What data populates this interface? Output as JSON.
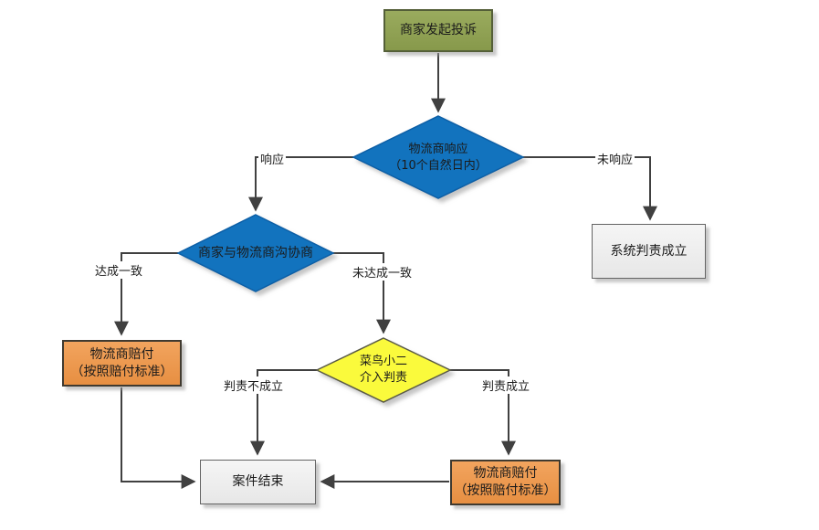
{
  "diagram": {
    "type": "flowchart",
    "description_language": "zh-CN"
  },
  "colors": {
    "start_fill": "#8c9e50",
    "decision_fill": "#1273be",
    "intervene_fill": "#fafa3c",
    "compensate_fill": "#ec9851",
    "terminal_fill": "#efefef",
    "line": "#404040",
    "text": "#1b1b1b"
  },
  "nodes": {
    "start": {
      "label": "商家发起投诉",
      "type": "process"
    },
    "logistics_response": {
      "label": "物流商响应\n（10个自然日内）",
      "type": "decision"
    },
    "negotiate": {
      "label": "商家与物流商沟协商",
      "type": "decision"
    },
    "system_judgment": {
      "label": "系统判责成立",
      "type": "process"
    },
    "compensate_left": {
      "label": "物流商赔付\n（按照赔付标准）",
      "type": "process"
    },
    "cainiao_judge": {
      "label": "菜鸟小二\n介入判责",
      "type": "decision"
    },
    "case_closed": {
      "label": "案件结束",
      "type": "terminal"
    },
    "compensate_right": {
      "label": "物流商赔付\n（按照赔付标准）",
      "type": "process"
    }
  },
  "edge_labels": {
    "responded": "响应",
    "not_responded": "未响应",
    "agreement": "达成一致",
    "no_agreement": "未达成一致",
    "judgment_not_established": "判责不成立",
    "judgment_established": "判责成立"
  }
}
